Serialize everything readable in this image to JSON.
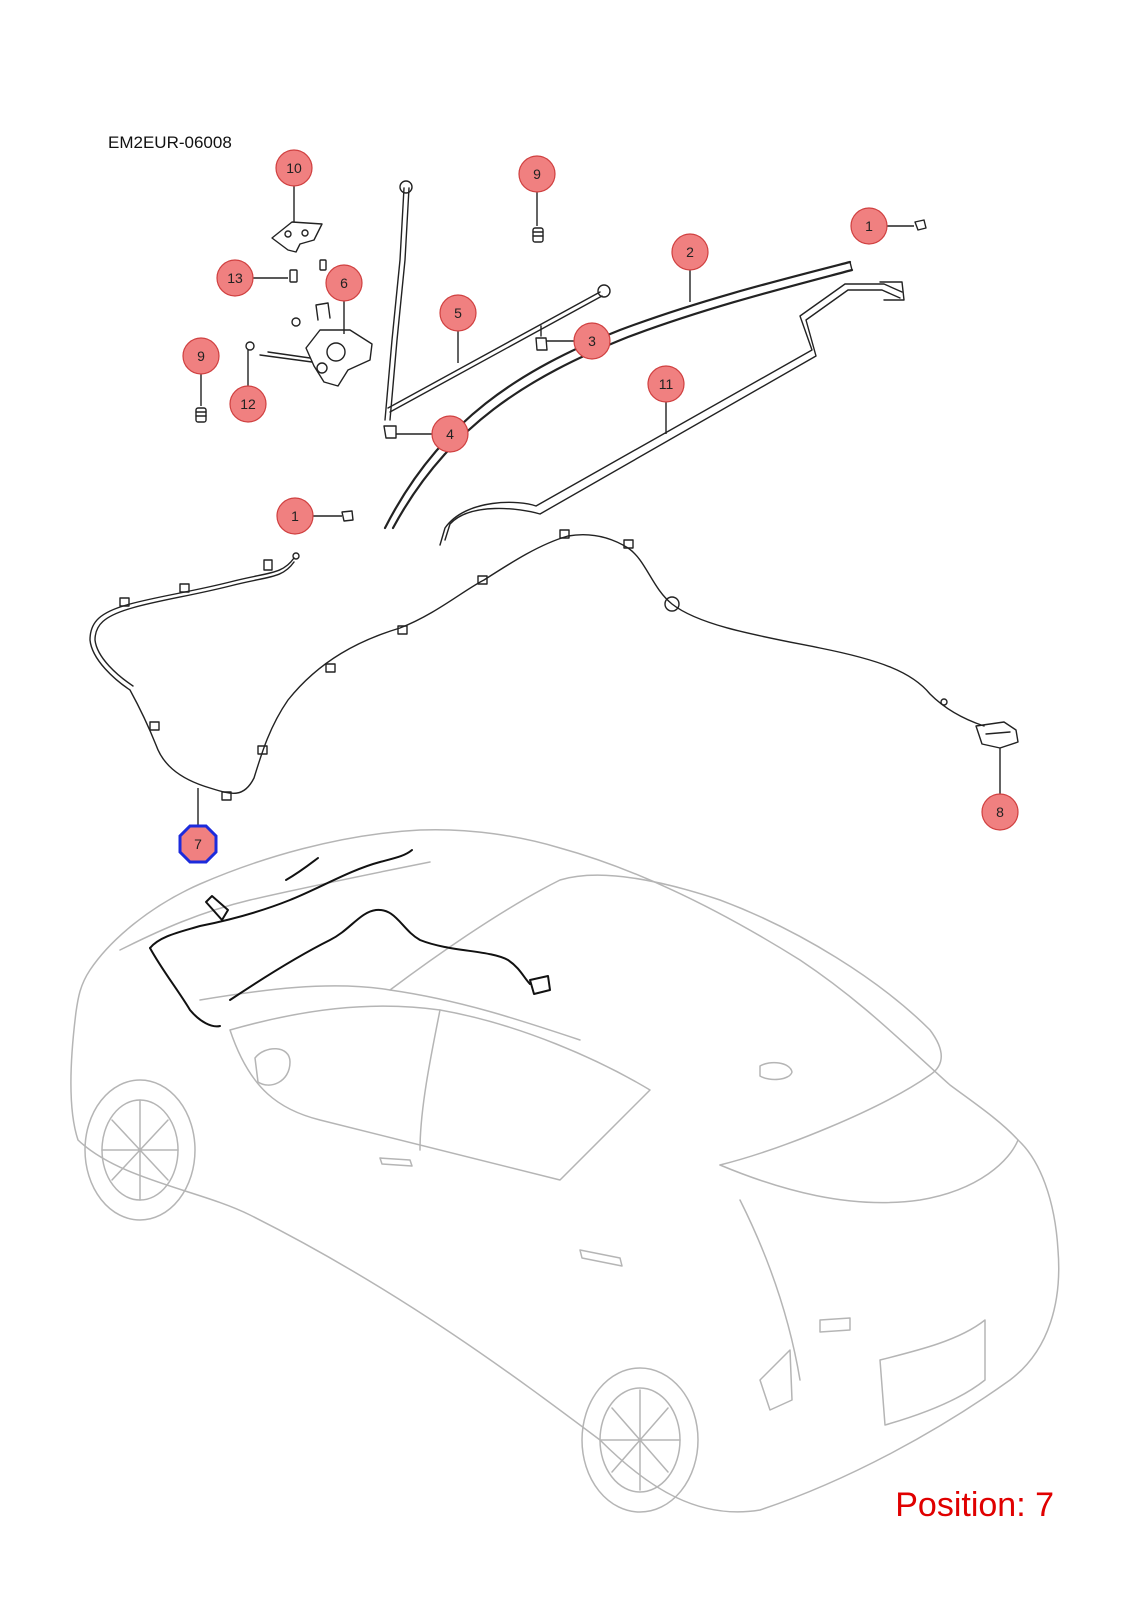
{
  "drawing_code": "EM2EUR-06008",
  "position_label": "Position: 7",
  "colors": {
    "callout_fill": "#f08080",
    "callout_stroke": "#d04040",
    "highlight": "#1c2bdc",
    "position_text": "#e00000",
    "car_outline": "#b5b5b5"
  },
  "callouts": [
    {
      "id": "c10",
      "num": "10"
    },
    {
      "id": "c9a",
      "num": "9"
    },
    {
      "id": "c1a",
      "num": "1"
    },
    {
      "id": "c2",
      "num": "2"
    },
    {
      "id": "c13",
      "num": "13"
    },
    {
      "id": "c6",
      "num": "6"
    },
    {
      "id": "c5",
      "num": "5"
    },
    {
      "id": "c3",
      "num": "3"
    },
    {
      "id": "c9b",
      "num": "9"
    },
    {
      "id": "c12",
      "num": "12"
    },
    {
      "id": "c11",
      "num": "11"
    },
    {
      "id": "c4",
      "num": "4"
    },
    {
      "id": "c1b",
      "num": "1"
    },
    {
      "id": "c7",
      "num": "7",
      "highlighted": true
    },
    {
      "id": "c8",
      "num": "8"
    }
  ]
}
